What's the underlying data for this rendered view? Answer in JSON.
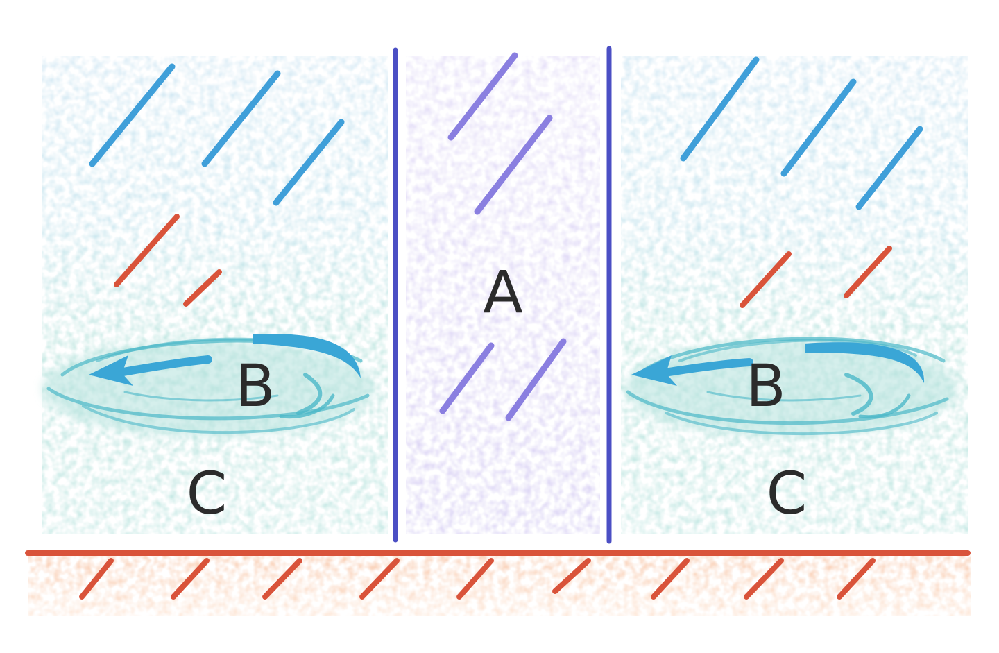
{
  "labels": {
    "center": "A",
    "left_eddy": "B",
    "left_lower": "C",
    "right_eddy": "B",
    "right_lower": "C"
  },
  "colors": {
    "upper_wash": "#cfe6f2",
    "lower_wash": "#bfe6e0",
    "center_wash": "#ddd6f5",
    "ground_wash": "#f9cfb3",
    "blue_stroke": "#3f9fd9",
    "red_stroke": "#d9533a",
    "purple_stroke": "#8a7fe0",
    "divider": "#4b4fc4",
    "ground_line": "#d9533a",
    "eddy_teal": "#4bb8c8",
    "eddy_blue": "#3aa6d6",
    "label_text": "#2b2b2b"
  },
  "icons": {
    "left_arrow": "left-arrow-icon",
    "eddy_swirl": "swirl-icon"
  }
}
